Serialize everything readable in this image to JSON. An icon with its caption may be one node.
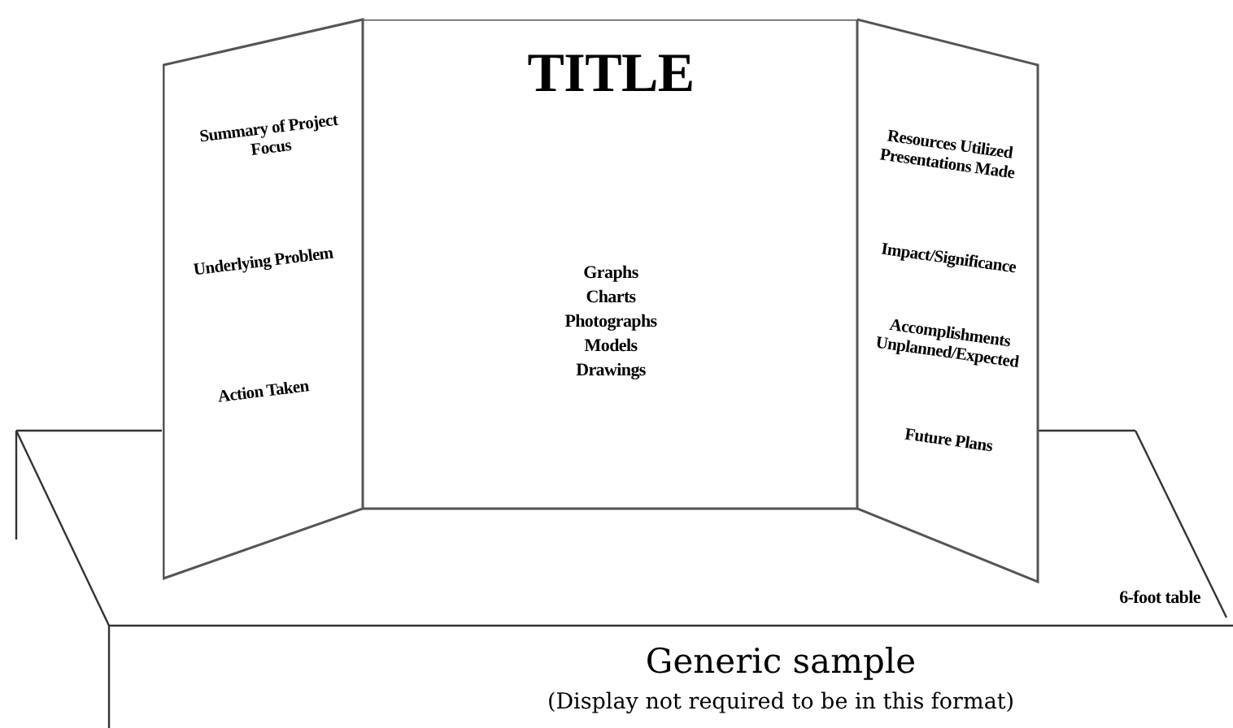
{
  "diagram": {
    "caption": "Generic sample",
    "nodes": [
      {
        "text": [
          "6-foot table"
        ]
      },
      {
        "text": [
          "Summary of Project Focus",
          "Underlying Problem",
          "Action Taken"
        ]
      },
      {
        "text": [
          "TITLE",
          "Graphs",
          "Charts",
          "Photographs",
          "Models",
          "Drawings"
        ]
      },
      {
        "text": [
          "Resources Utilized Presentations Made",
          "Impact/Significance",
          "Accomplishments Unplanned/Expected",
          "Future Plans"
        ]
      }
    ],
    "edges": [],
    "labels": [
      "(Display not required to be in this format)"
    ]
  }
}
